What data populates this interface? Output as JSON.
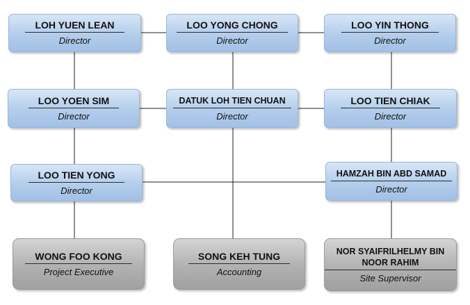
{
  "nodes": {
    "loh_yuen_lean": {
      "name": "LOH YUEN LEAN",
      "role": "Director"
    },
    "loo_yong_chong": {
      "name": "LOO YONG CHONG",
      "role": "Director"
    },
    "loo_yin_thong": {
      "name": "LOO YIN THONG",
      "role": "Director"
    },
    "loo_yoen_sim": {
      "name": "LOO YOEN SIM",
      "role": "Director"
    },
    "datuk_loh_tien_chuan": {
      "name": "DATUK LOH TIEN CHUAN",
      "role": "Director"
    },
    "loo_tien_chiak": {
      "name": "LOO TIEN CHIAK",
      "role": "Director"
    },
    "loo_tien_yong": {
      "name": "LOO TIEN YONG",
      "role": "Director"
    },
    "hamzah_bin_abd_samad": {
      "name": "HAMZAH BIN ABD SAMAD",
      "role": "Director"
    },
    "wong_foo_kong": {
      "name": "WONG FOO KONG",
      "role": "Project Executive"
    },
    "song_keh_tung": {
      "name": "SONG KEH TUNG",
      "role": "Accounting"
    },
    "nor_syaifrilhelmy": {
      "name": "NOR SYAIFRILHELMY BIN NOOR RAHIM",
      "role": "Site Supervisor"
    }
  },
  "colors": {
    "director_box": "#b3cdeb",
    "staff_box": "#b1b1b1",
    "connector": "#1f1f1f"
  }
}
